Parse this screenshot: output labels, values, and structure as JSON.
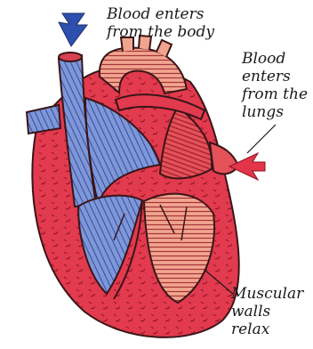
{
  "labels": {
    "body_inflow": [
      "Blood enters",
      "from the body"
    ],
    "lung_inflow": [
      "Blood",
      "enters",
      "from the",
      "lungs"
    ],
    "walls": [
      "Muscular",
      "walls",
      "relax"
    ]
  },
  "colors": {
    "oxygen_poor_blue": "#5b78c8",
    "oxygen_poor_dark": "#2b3f88",
    "oxygen_rich_red": "#e23a4e",
    "oxygen_rich_dark": "#b31f33",
    "atrium_salmon": "#e8836f",
    "outline": "#3a1518",
    "arrow_blue": "#2d4fae",
    "arrow_red": "#e2354a"
  },
  "icons": {
    "top_arrow": "down-arrow-icon",
    "side_arrow": "left-arrow-icon"
  }
}
